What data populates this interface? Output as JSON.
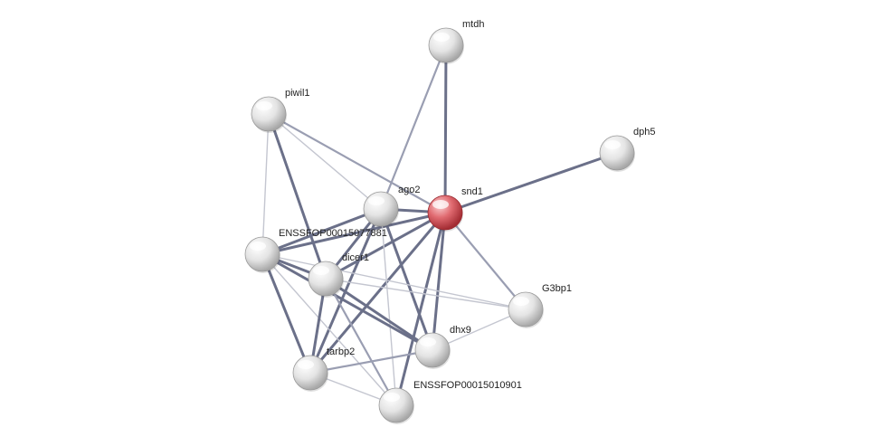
{
  "network": {
    "nodes": [
      {
        "id": "mtdh",
        "label": "mtdh",
        "highlight": false
      },
      {
        "id": "piwil1",
        "label": "piwil1",
        "highlight": false
      },
      {
        "id": "dph5",
        "label": "dph5",
        "highlight": false
      },
      {
        "id": "ago2",
        "label": "ago2",
        "highlight": false
      },
      {
        "id": "snd1",
        "label": "snd1",
        "highlight": true
      },
      {
        "id": "ENSSFOP00015077881",
        "label": "ENSSFOP00015077881",
        "highlight": false
      },
      {
        "id": "dicer1",
        "label": "dicer1",
        "highlight": false
      },
      {
        "id": "G3bp1",
        "label": "G3bp1",
        "highlight": false
      },
      {
        "id": "dhx9",
        "label": "dhx9",
        "highlight": false
      },
      {
        "id": "tarbp2",
        "label": "tarbp2",
        "highlight": false
      },
      {
        "id": "ENSSFOP00015010901",
        "label": "ENSSFOP00015010901",
        "highlight": false
      }
    ],
    "edges": [
      {
        "from": "snd1",
        "to": "mtdh",
        "strength": "strong"
      },
      {
        "from": "snd1",
        "to": "dph5",
        "strength": "strong"
      },
      {
        "from": "snd1",
        "to": "ago2",
        "strength": "strong"
      },
      {
        "from": "snd1",
        "to": "ENSSFOP00015077881",
        "strength": "strong"
      },
      {
        "from": "snd1",
        "to": "dicer1",
        "strength": "strong"
      },
      {
        "from": "snd1",
        "to": "G3bp1",
        "strength": "medium"
      },
      {
        "from": "snd1",
        "to": "dhx9",
        "strength": "strong"
      },
      {
        "from": "snd1",
        "to": "tarbp2",
        "strength": "strong"
      },
      {
        "from": "snd1",
        "to": "ENSSFOP00015010901",
        "strength": "strong"
      },
      {
        "from": "snd1",
        "to": "piwil1",
        "strength": "medium"
      },
      {
        "from": "mtdh",
        "to": "ago2",
        "strength": "medium"
      },
      {
        "from": "piwil1",
        "to": "ago2",
        "strength": "light"
      },
      {
        "from": "piwil1",
        "to": "ENSSFOP00015077881",
        "strength": "light"
      },
      {
        "from": "piwil1",
        "to": "dicer1",
        "strength": "strong"
      },
      {
        "from": "ago2",
        "to": "ENSSFOP00015077881",
        "strength": "strong"
      },
      {
        "from": "ago2",
        "to": "dicer1",
        "strength": "strong"
      },
      {
        "from": "ago2",
        "to": "dhx9",
        "strength": "strong"
      },
      {
        "from": "ago2",
        "to": "tarbp2",
        "strength": "strong"
      },
      {
        "from": "ago2",
        "to": "ENSSFOP00015010901",
        "strength": "light"
      },
      {
        "from": "ENSSFOP00015077881",
        "to": "dicer1",
        "strength": "strong"
      },
      {
        "from": "ENSSFOP00015077881",
        "to": "tarbp2",
        "strength": "strong"
      },
      {
        "from": "ENSSFOP00015077881",
        "to": "dhx9",
        "strength": "strong"
      },
      {
        "from": "ENSSFOP00015077881",
        "to": "ENSSFOP00015010901",
        "strength": "light"
      },
      {
        "from": "ENSSFOP00015077881",
        "to": "G3bp1",
        "strength": "light"
      },
      {
        "from": "dicer1",
        "to": "tarbp2",
        "strength": "strong"
      },
      {
        "from": "dicer1",
        "to": "dhx9",
        "strength": "strong"
      },
      {
        "from": "dicer1",
        "to": "G3bp1",
        "strength": "light"
      },
      {
        "from": "dicer1",
        "to": "ENSSFOP00015010901",
        "strength": "medium"
      },
      {
        "from": "dhx9",
        "to": "G3bp1",
        "strength": "light"
      },
      {
        "from": "dhx9",
        "to": "tarbp2",
        "strength": "medium"
      },
      {
        "from": "tarbp2",
        "to": "ENSSFOP00015010901",
        "strength": "light"
      }
    ],
    "colors": {
      "edge_strong": "#6b7089",
      "edge_medium": "#9a9eb2",
      "edge_light": "#c4c6d0",
      "node_default": "#e6e6e6",
      "node_highlight": "#d9545c"
    }
  }
}
